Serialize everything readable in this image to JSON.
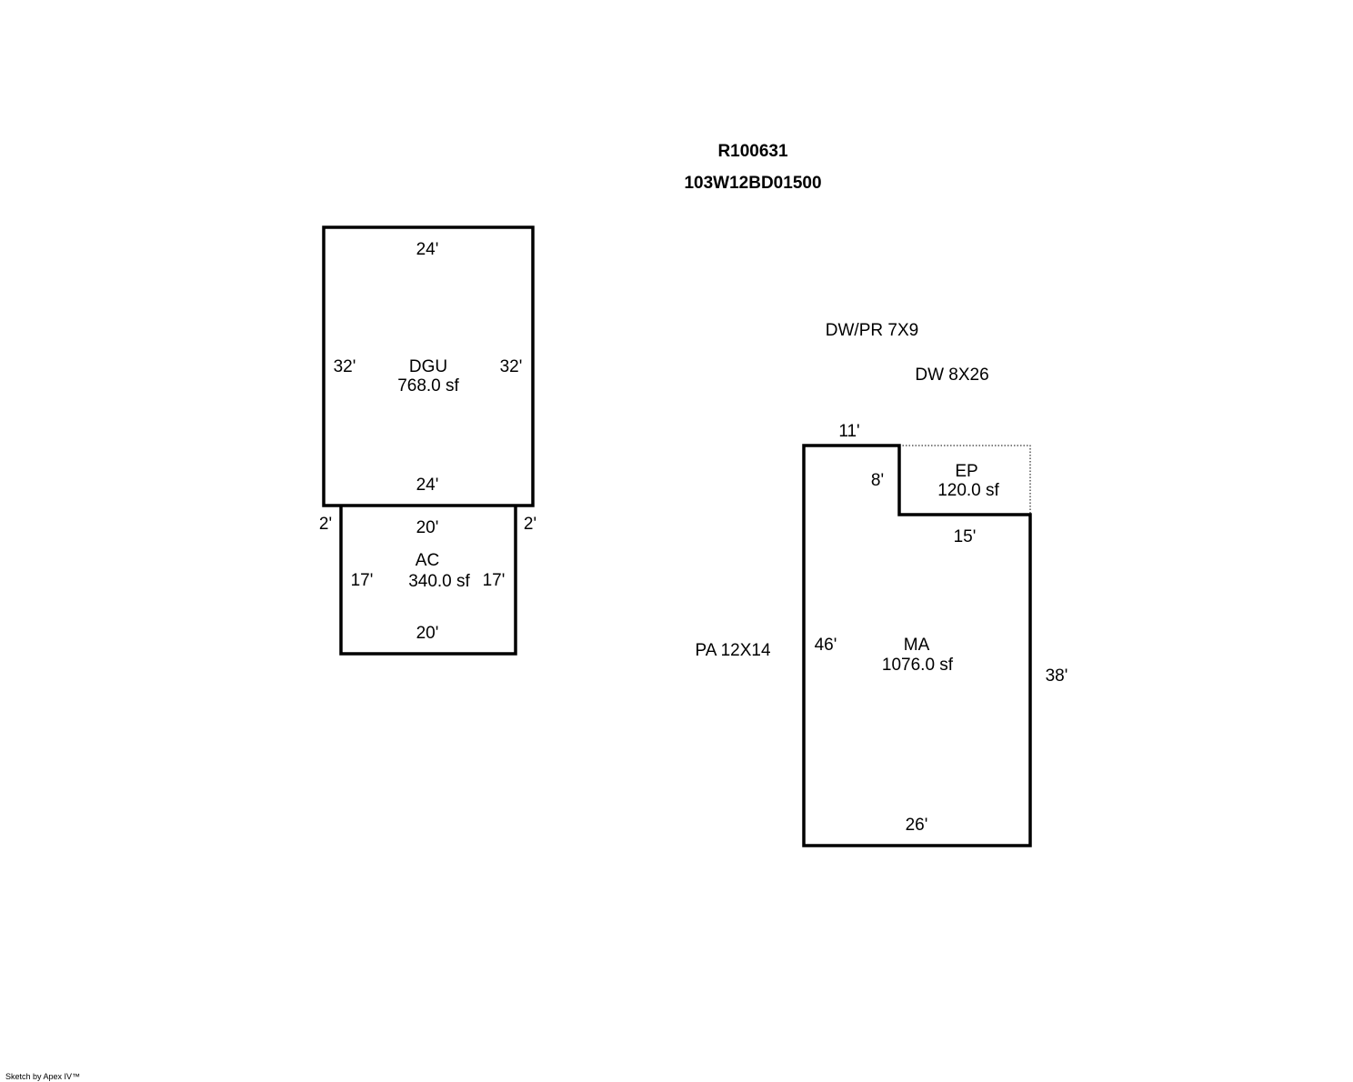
{
  "header": {
    "account": "R100631",
    "map_number": "103W12BD01500"
  },
  "areas": {
    "dgu": {
      "code": "DGU",
      "area": "768.0 sf",
      "top": "24'",
      "bottom": "24'",
      "left": "32'",
      "right": "32'"
    },
    "ac": {
      "code": "AC",
      "area": "340.0 sf",
      "top": "20'",
      "bottom": "20'",
      "left": "17'",
      "right": "17'",
      "offset_left": "2'",
      "offset_right": "2'"
    },
    "ma": {
      "code": "MA",
      "area": "1076.0 sf",
      "top": "11'",
      "notch": "8'",
      "step": "15'",
      "left": "46'",
      "right": "38'",
      "bottom": "26'"
    },
    "ep": {
      "code": "EP",
      "area": "120.0 sf"
    }
  },
  "notes": {
    "dwpr": "DW/PR 7X9",
    "dw": "DW 8X26",
    "pa": "PA 12X14"
  },
  "footer": {
    "credit": "Sketch by Apex IV™"
  }
}
